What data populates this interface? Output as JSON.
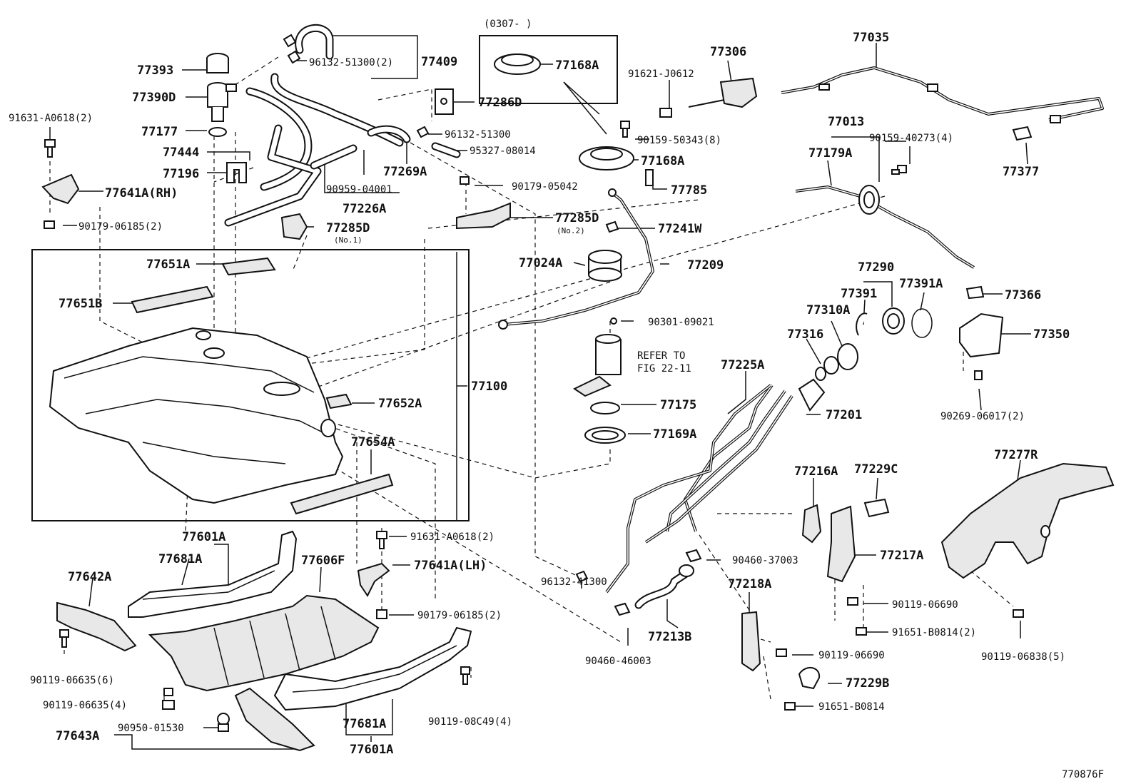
{
  "diagram": {
    "figure_id": "770876F",
    "note_code": "(0307-        )",
    "refer_line1": "REFER TO",
    "refer_line2": "FIG 22-11",
    "labels": {
      "p77393": "77393",
      "p77390D": "77390D",
      "p77177": "77177",
      "p91631_A0618_2a": "91631-A0618(2)",
      "p77444": "77444",
      "p77196": "77196",
      "p77641A_RH": "77641A(RH)",
      "p90179_06185_2a": "90179-06185(2)",
      "p96132_51300_2": "96132-51300(2)",
      "p77409": "77409",
      "p77286D": "77286D",
      "p96132_51300": "96132-51300",
      "p95327_08014": "95327-08014",
      "p77269A": "77269A",
      "p90959_04001": "90959-04001",
      "p77226A": "77226A",
      "p77285D_1": "77285D",
      "p77285D_1_sub": "(No.1)",
      "p77168A_top": "77168A",
      "p77306": "77306",
      "p91621_J0612": "91621-J0612",
      "p90159_50343_8": "90159-50343(8)",
      "p77168A_mid": "77168A",
      "p77785": "77785",
      "p90179_05042": "90179-05042",
      "p77285D_2": "77285D",
      "p77285D_2_sub": "(No.2)",
      "p77241W": "77241W",
      "p77024A": "77024A",
      "p77209": "77209",
      "p90301_09021": "90301-09021",
      "p77175": "77175",
      "p77169A": "77169A",
      "p77035": "77035",
      "p77013": "77013",
      "p90159_40273_4": "90159-40273(4)",
      "p77179A": "77179A",
      "p77377": "77377",
      "p77290": "77290",
      "p77391": "77391",
      "p77391A": "77391A",
      "p77366": "77366",
      "p77310A": "77310A",
      "p77316": "77316",
      "p77350": "77350",
      "p90269_06017_2": "90269-06017(2)",
      "p77225A": "77225A",
      "p77201": "77201",
      "p77277R": "77277R",
      "p77216A": "77216A",
      "p77229C": "77229C",
      "p77217A": "77217A",
      "p90460_37003": "90460-37003",
      "p77218A": "77218A",
      "p90119_06690_a": "90119-06690",
      "p91651_B0814_2": "91651-B0814(2)",
      "p90119_06838_5": "90119-06838(5)",
      "p77213B": "77213B",
      "p90460_46003": "90460-46003",
      "p90119_06690_b": "90119-06690",
      "p77229B": "77229B",
      "p91651_B0814": "91651-B0814",
      "p96132_41300": "96132-41300",
      "p77651A": "77651A",
      "p77651B": "77651B",
      "p77100": "77100",
      "p77652A": "77652A",
      "p77654A": "77654A",
      "p77601A_top": "77601A",
      "p77681A_top": "77681A",
      "p77606F": "77606F",
      "p91631_A0618_2b": "91631-A0618(2)",
      "p77641A_LH": "77641A(LH)",
      "p90179_06185_2b": "90179-06185(2)",
      "p77642A": "77642A",
      "p90119_06635_6": "90119-06635(6)",
      "p90119_06635_4": "90119-06635(4)",
      "p90119_08C49_4": "90119-08C49(4)",
      "p77643A": "77643A",
      "p90950_01530": "90950-01530",
      "p77681A_bot": "77681A",
      "p77601A_bot": "77601A"
    }
  }
}
